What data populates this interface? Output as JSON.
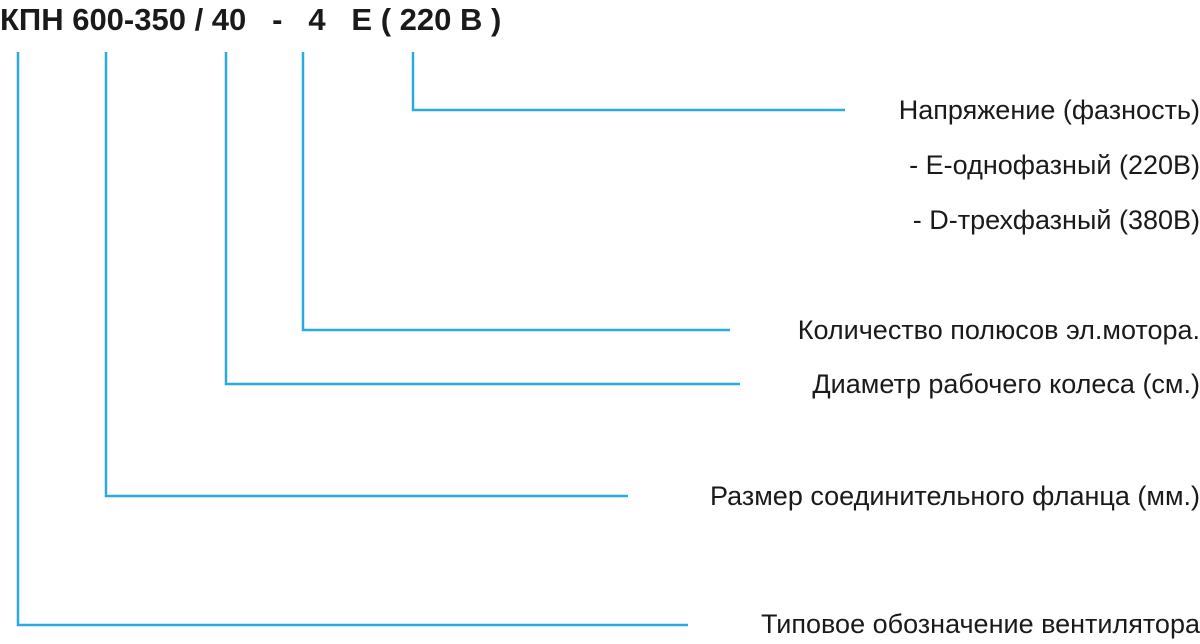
{
  "code": {
    "series": "КПН 600-350 / 40",
    "sep1": "-",
    "poles": "4",
    "phase": "Е ( 220 В )"
  },
  "labels": {
    "voltage_title": "Напряжение (фазность)",
    "voltage_e": "- Е-однофазный (220В)",
    "voltage_d": "- D-трехфазный (380В)",
    "poles": "Количество полюсов эл.мотора.",
    "diameter": "Диаметр рабочего колеса (см.)",
    "flange": "Размер соединительного фланца (мм.)",
    "type": "Типовое обозначение вентилятора"
  },
  "colors": {
    "line": "#29abe2",
    "text": "#1a1a1a"
  }
}
